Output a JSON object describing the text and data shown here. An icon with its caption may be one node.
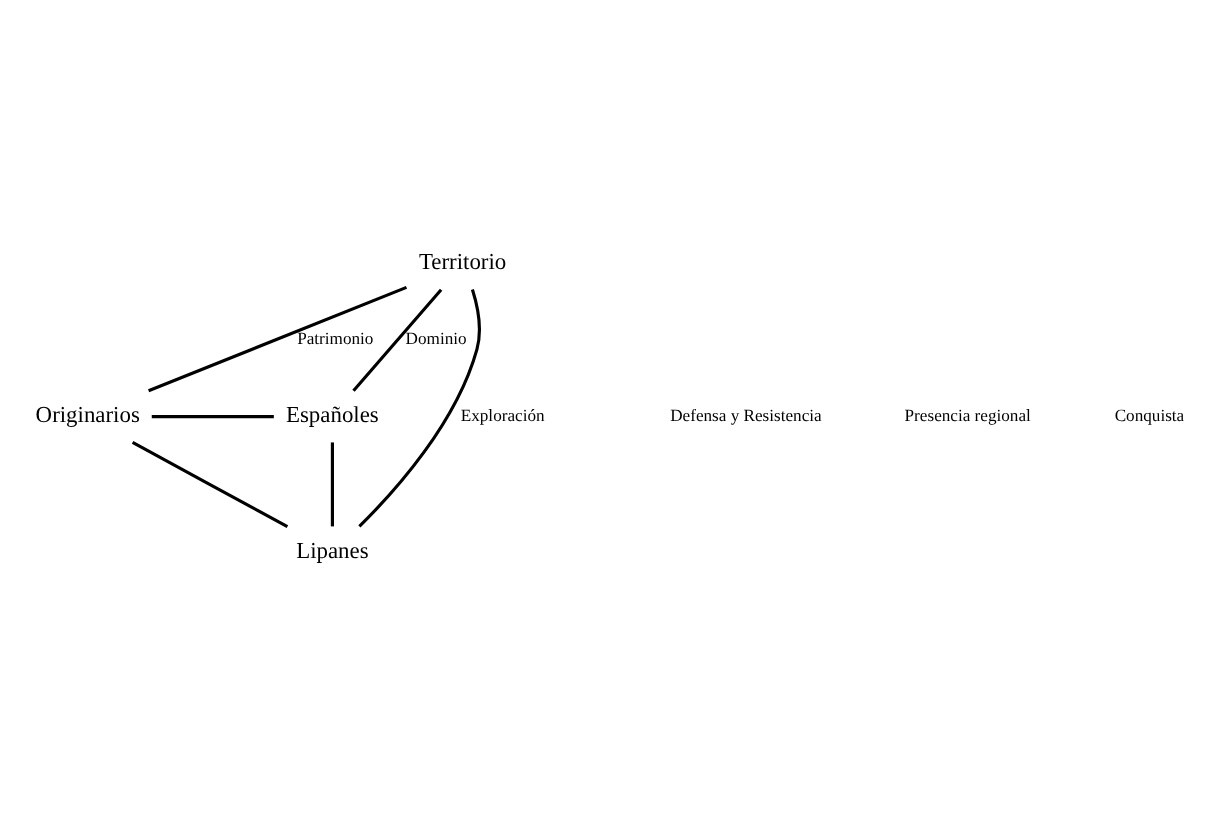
{
  "diagram": {
    "nodes": [
      {
        "text": [
          "Territorio"
        ]
      },
      {
        "text": [
          "Originarios"
        ]
      },
      {
        "text": [
          "Españoles"
        ]
      },
      {
        "text": [
          "Lipanes"
        ]
      }
    ],
    "edges": [
      {
        "from": 0,
        "to": 1,
        "arrow": "none",
        "label": "Patrimonio"
      },
      {
        "from": 0,
        "to": 3,
        "arrow": "none",
        "label": "Exploración"
      },
      {
        "from": 0,
        "to": 2,
        "arrow": "none",
        "label": "Dominio"
      },
      {
        "from": 1,
        "to": 2,
        "arrow": "none"
      },
      {
        "from": 1,
        "to": 3,
        "arrow": "none"
      },
      {
        "from": 3,
        "to": 2,
        "arrow": "none"
      }
    ],
    "labels": [
      "Defensa y Resistencia",
      "Presencia regional",
      "Conquista"
    ]
  }
}
